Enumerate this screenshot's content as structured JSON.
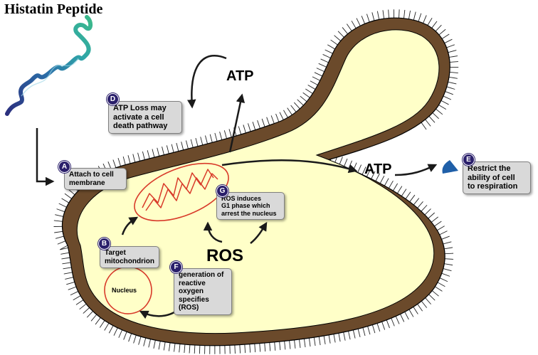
{
  "title": "Histatin Peptide",
  "atp_top": "ATP",
  "atp_right": "ATP",
  "ros": "ROS",
  "nucleus": "Nucleus",
  "steps": {
    "A": {
      "badge": "A",
      "lines": [
        "Attach to cell",
        "membrane"
      ]
    },
    "B": {
      "badge": "B",
      "lines": [
        "Target",
        "mitochondrion"
      ]
    },
    "D": {
      "badge": "D",
      "lines": [
        "ATP Loss may",
        "activate a cell",
        "death pathway"
      ]
    },
    "E": {
      "badge": "E",
      "lines": [
        "Restrict the",
        "ability of cell",
        "to respiration"
      ]
    },
    "F": {
      "badge": "F",
      "lines": [
        "generation of",
        "reactive oxygen",
        "specifies (ROS)"
      ]
    },
    "G": {
      "badge": "G",
      "lines": [
        "ROS induces",
        "G1 phase which",
        "arrest the nucleus"
      ]
    }
  },
  "colors": {
    "cell_wall": "#6b4a2b",
    "cytoplasm": "#ffffc8",
    "membrane_outline": "#000000",
    "organelle": "#d83a2a",
    "badge": "#2a1f6b",
    "box": "#d9d9d9",
    "channel": "#1f5fa8",
    "peptide": [
      "#2b3a8c",
      "#2b6ea8",
      "#2fa0a8",
      "#38b08a"
    ]
  }
}
